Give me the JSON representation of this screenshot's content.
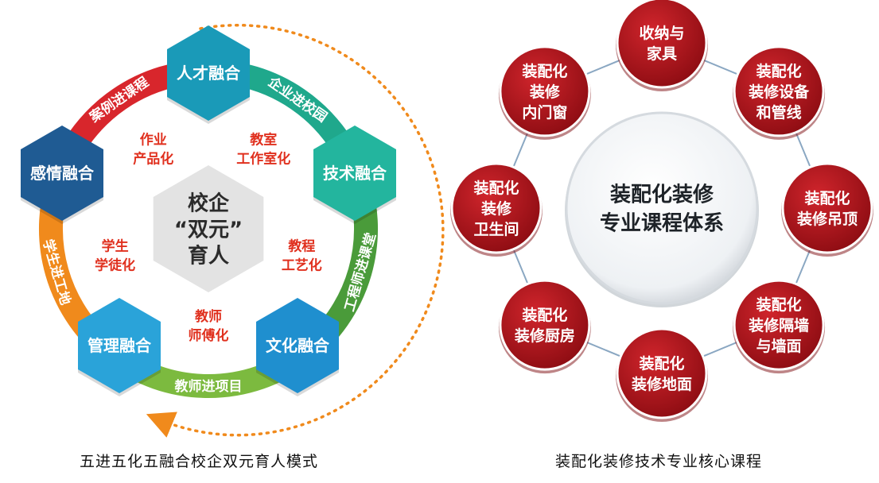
{
  "left_diagram": {
    "center_lines": [
      "校企",
      "“双元”",
      "育人"
    ],
    "hexagons": [
      {
        "lines": [
          "人才融合"
        ],
        "color": "#1a9ab8"
      },
      {
        "lines": [
          "技术融合"
        ],
        "color": "#23b59e"
      },
      {
        "lines": [
          "文化融合"
        ],
        "color": "#1f8fcf"
      },
      {
        "lines": [
          "管理融合"
        ],
        "color": "#2aa3d9"
      },
      {
        "lines": [
          "感情融合"
        ],
        "color": "#1f5b93"
      }
    ],
    "ring_labels": [
      {
        "text": "企业进校园",
        "color": "#1fa88c"
      },
      {
        "text": "工程师进课堂",
        "color": "#4a9b3a"
      },
      {
        "text": "教师进项目",
        "color": "#7cba3f"
      },
      {
        "text": "学生进工地",
        "color": "#f08a1c"
      },
      {
        "text": "案例进课程",
        "color": "#d8262c"
      }
    ],
    "inner_labels": [
      {
        "lines": [
          "教室",
          "工作室化"
        ]
      },
      {
        "lines": [
          "教程",
          "工艺化"
        ]
      },
      {
        "lines": [
          "教师",
          "师傅化"
        ]
      },
      {
        "lines": [
          "学生",
          "学徒化"
        ]
      },
      {
        "lines": [
          "作业",
          "产品化"
        ]
      }
    ],
    "colors": {
      "center_hex": "#e3e3e3",
      "inner_text": "#e0301e",
      "dotted_arc": "#f08a1c"
    }
  },
  "right_diagram": {
    "center_lines": [
      "装配化装修",
      "专业课程体系"
    ],
    "nodes": [
      {
        "lines": [
          "收纳与",
          "家具"
        ]
      },
      {
        "lines": [
          "装配化",
          "装修设备",
          "和管线"
        ]
      },
      {
        "lines": [
          "装配化",
          "装修吊顶"
        ]
      },
      {
        "lines": [
          "装配化",
          "装修隔墙",
          "与墙面"
        ]
      },
      {
        "lines": [
          "装配化",
          "装修地面"
        ]
      },
      {
        "lines": [
          "装配化",
          "装修厨房"
        ]
      },
      {
        "lines": [
          "装配化",
          "装修",
          "卫生间"
        ]
      },
      {
        "lines": [
          "装配化",
          "装修",
          "内门窗"
        ]
      }
    ],
    "colors": {
      "node": "#b3131b",
      "node_dark": "#7e0b10",
      "ring_line": "#8aa7c2"
    }
  },
  "captions": {
    "left": "五进五化五融合校企双元育人模式",
    "right": "装配化装修技术专业核心课程"
  }
}
